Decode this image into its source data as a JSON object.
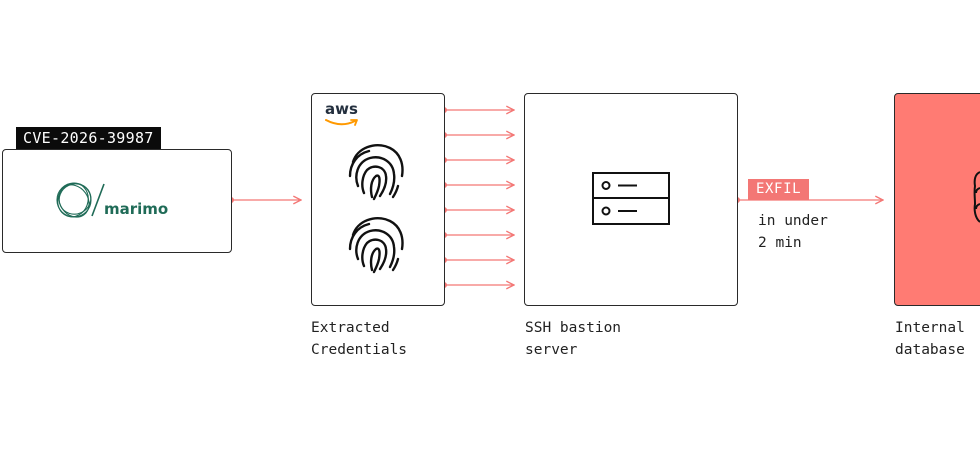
{
  "source": {
    "tag": "CVE-2026-39987",
    "logo_text": "marimo",
    "logo_icon": "marimo-logo-icon"
  },
  "credentials": {
    "brand": "aws",
    "brand_icon": "aws-smile-icon",
    "icons": [
      "fingerprint-icon",
      "fingerprint-icon"
    ],
    "caption_line1": "Extracted",
    "caption_line2": "Credentials"
  },
  "bastion": {
    "icon": "server-rack-icon",
    "caption_line1": "SSH bastion",
    "caption_line2": "server"
  },
  "exfil": {
    "tag": "EXFIL",
    "note_line1": "in under",
    "note_line2": "2 min"
  },
  "target": {
    "icon": "database-icon",
    "caption_line1": "Internal",
    "caption_line2": "database"
  },
  "colors": {
    "accent": "#f37775",
    "target_fill": "#ff7b73",
    "marimo_green": "#1f6b57",
    "stroke": "#2a2a2a"
  }
}
